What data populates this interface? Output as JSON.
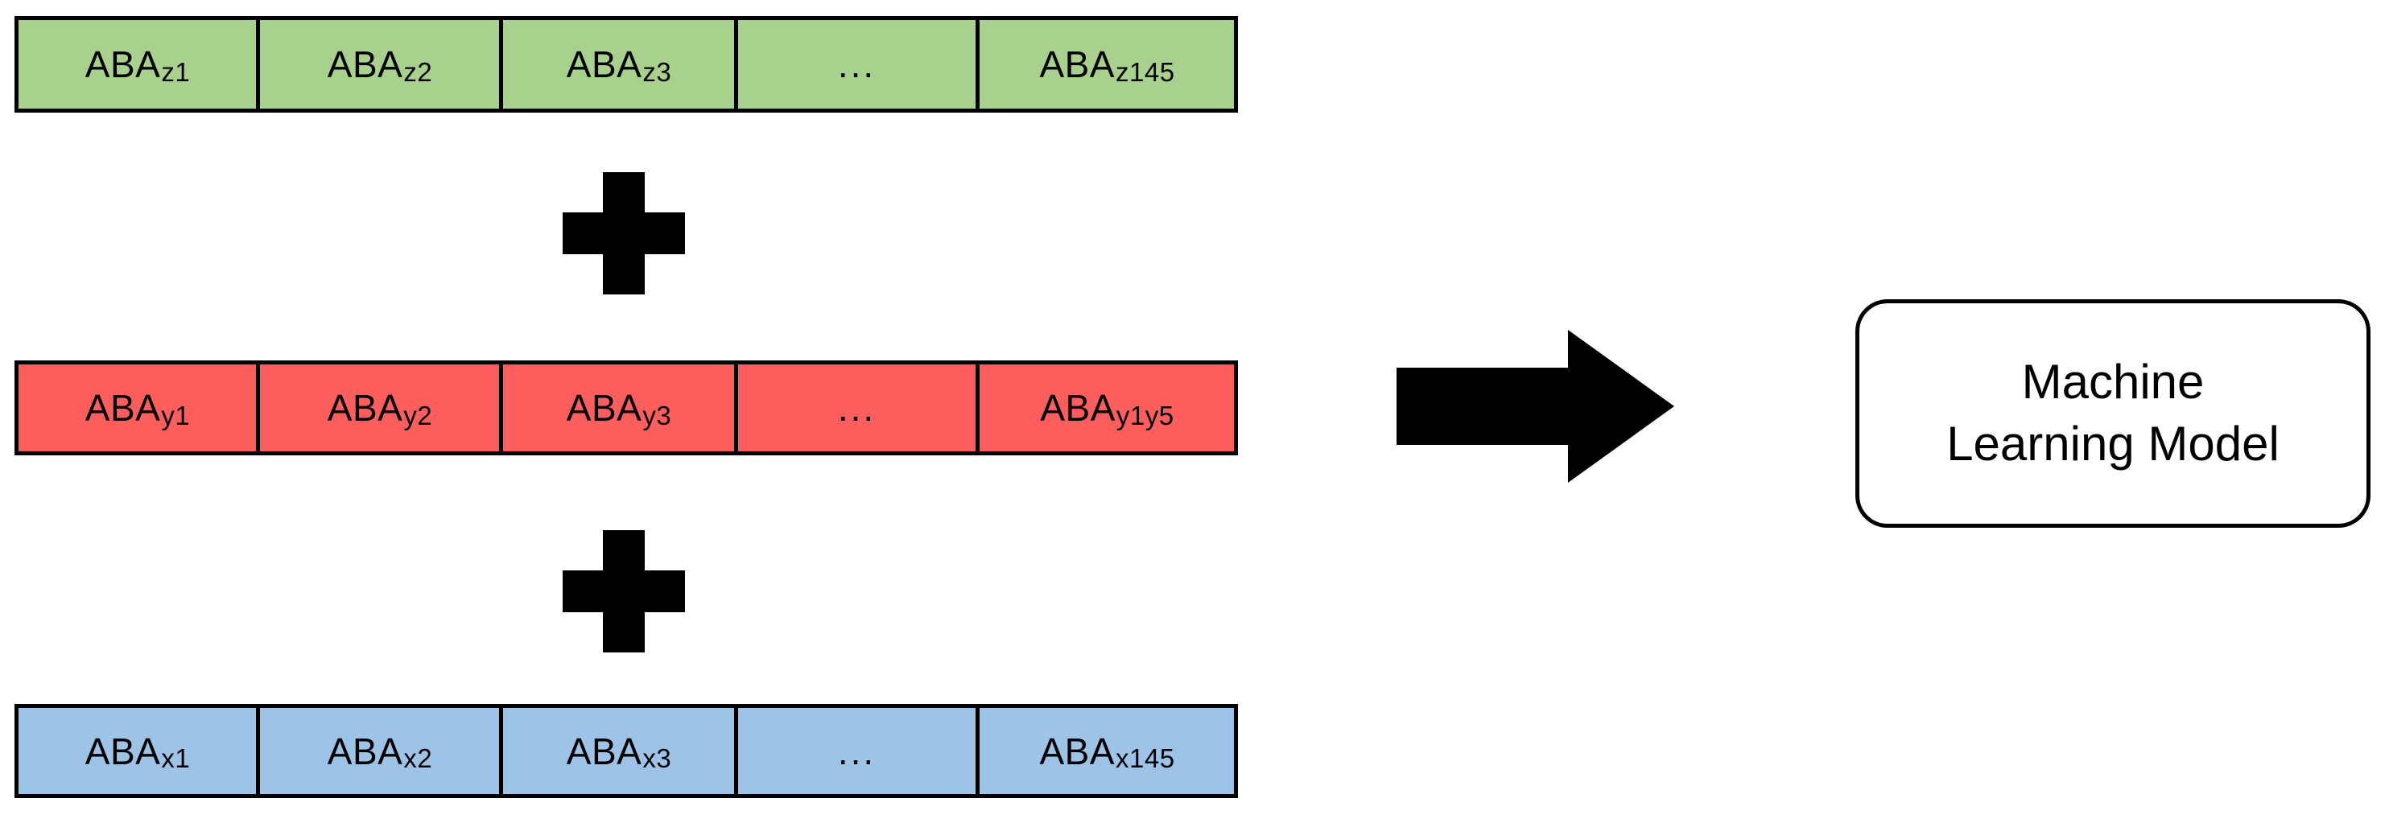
{
  "diagram": {
    "title_text_visible": false,
    "colors": {
      "green_row": "#A9D18E",
      "red_row": "#FC5E5E",
      "blue_row": "#9DC3E6",
      "outline": "#000000",
      "arrow": "#000000",
      "background": "#FFFFFF"
    },
    "rows": [
      {
        "id": "row-z",
        "color": "#A9D18E",
        "cells": [
          {
            "base": "ABA",
            "sub": "z1",
            "is_ellipsis": false
          },
          {
            "base": "ABA",
            "sub": "z2",
            "is_ellipsis": false
          },
          {
            "base": "ABA",
            "sub": "z3",
            "is_ellipsis": false
          },
          {
            "base": "...",
            "sub": "",
            "is_ellipsis": true
          },
          {
            "base": "ABA",
            "sub": "z145",
            "is_ellipsis": false
          }
        ]
      },
      {
        "id": "row-y",
        "color": "#FC5E5E",
        "cells": [
          {
            "base": "ABA",
            "sub": "y1",
            "is_ellipsis": false
          },
          {
            "base": "ABA",
            "sub": "y2",
            "is_ellipsis": false
          },
          {
            "base": "ABA",
            "sub": "y3",
            "is_ellipsis": false
          },
          {
            "base": "...",
            "sub": "",
            "is_ellipsis": true
          },
          {
            "base": "ABA",
            "sub": "y1y5",
            "is_ellipsis": false
          }
        ]
      },
      {
        "id": "row-x",
        "color": "#9DC3E6",
        "cells": [
          {
            "base": "ABA",
            "sub": "x1",
            "is_ellipsis": false
          },
          {
            "base": "ABA",
            "sub": "x2",
            "is_ellipsis": false
          },
          {
            "base": "ABA",
            "sub": "x3",
            "is_ellipsis": false
          },
          {
            "base": "...",
            "sub": "",
            "is_ellipsis": true
          },
          {
            "base": "ABA",
            "sub": "x145",
            "is_ellipsis": false
          }
        ]
      }
    ],
    "operators": [
      {
        "id": "plus-top",
        "symbol": "+",
        "icon": "plus-icon"
      },
      {
        "id": "plus-bottom",
        "symbol": "+",
        "icon": "plus-icon"
      }
    ],
    "arrow": {
      "icon": "right-arrow-icon",
      "direction": "right"
    },
    "model_box": {
      "line1": "Machine",
      "line2": "Learning Model"
    }
  }
}
